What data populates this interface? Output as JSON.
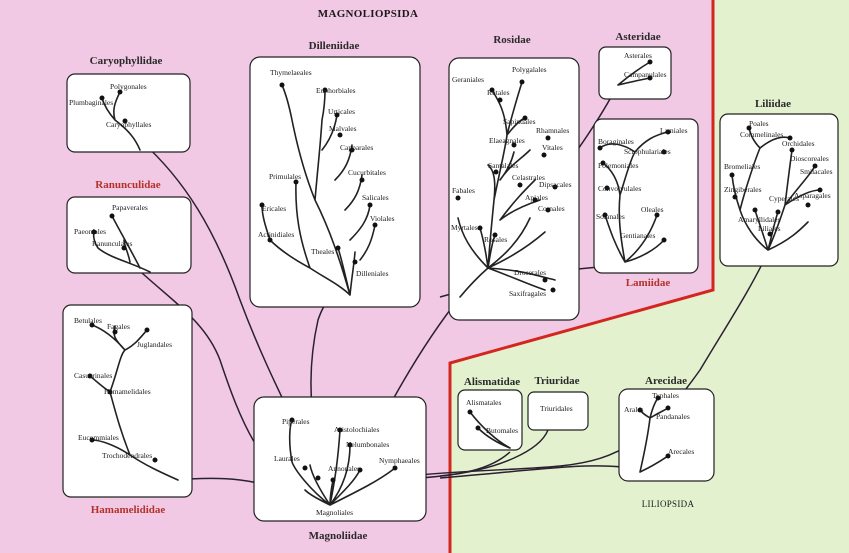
{
  "colors": {
    "magnoliopsida_bg": "#f2c9e4",
    "liliopsida_bg": "#e3f1cf",
    "divider": "#d3261f",
    "box_fill": "#ffffff",
    "ink": "#222222",
    "red_label": "#b3332c"
  },
  "regions": {
    "magnoliopsida": "MAGNOLIOPSIDA",
    "liliopsida": "LILIOPSIDA"
  },
  "groups": {
    "caryophyllidae": {
      "title": "Caryophyllidae",
      "orders": [
        "Polygonales",
        "Plumbaginales",
        "Caryophyllales"
      ]
    },
    "ranunculidae": {
      "title": "Ranunculidae",
      "orders": [
        "Papaverales",
        "Paeoniales",
        "Ranunculales"
      ]
    },
    "hamamelididae": {
      "title": "Hamamelididae",
      "orders": [
        "Betulales",
        "Fagales",
        "Juglandales",
        "Casuarinales",
        "Hamamelidales",
        "Eucommiales",
        "Trochodendrales"
      ]
    },
    "dilleniidae": {
      "title": "Dilleniidae",
      "orders": [
        "Thymelaeales",
        "Euphorbiales",
        "Urticales",
        "Malvales",
        "Capparales",
        "Primulales",
        "Cucurbitales",
        "Ericales",
        "Salicales",
        "Actinidiales",
        "Violales",
        "Theales",
        "Dilleniales"
      ]
    },
    "rosidae": {
      "title": "Rosidae",
      "orders": [
        "Geraniales",
        "Polygalales",
        "Rutales",
        "Sapindales",
        "Elaeagnales",
        "Rhamnales",
        "Santalales",
        "Vitales",
        "Celastrales",
        "Dipsacales",
        "Fabales",
        "Apiales",
        "Cornales",
        "Myrtales",
        "Rosales",
        "Droserales",
        "Saxifragales"
      ]
    },
    "asteridae": {
      "title": "Asteridae",
      "orders": [
        "Asterales",
        "Campanulales"
      ]
    },
    "lamiidae": {
      "title": "Lamiidae",
      "orders": [
        "Boraginales",
        "Lamiales",
        "Polemoniales",
        "Scrophulariales",
        "Convolvulales",
        "Solanales",
        "Oleales",
        "Gentianales"
      ]
    },
    "liliidae": {
      "title": "Liliidae",
      "orders": [
        "Poales",
        "Commelinales",
        "Orchidales",
        "Bromeliales",
        "Dioscoreales",
        "Smilacales",
        "Zingiberales",
        "Cyperales",
        "Asparagales",
        "Amaryllidales",
        "Liliales"
      ]
    },
    "magnoliidae": {
      "title": "Magnoliidae",
      "orders": [
        "Piperales",
        "Aristolochiales",
        "Nelumbonales",
        "Laurales",
        "Annonales",
        "Nymphaeales",
        "Magnoliales"
      ]
    },
    "alismatidae": {
      "title": "Alismatidae",
      "orders": [
        "Alismatales",
        "Butomales"
      ]
    },
    "triuridae": {
      "title": "Triuridae",
      "orders": [
        "Triuridales"
      ]
    },
    "arecidae": {
      "title": "Arecidae",
      "orders": [
        "Typhales",
        "Arales",
        "Pandanales",
        "Arecales"
      ]
    }
  }
}
